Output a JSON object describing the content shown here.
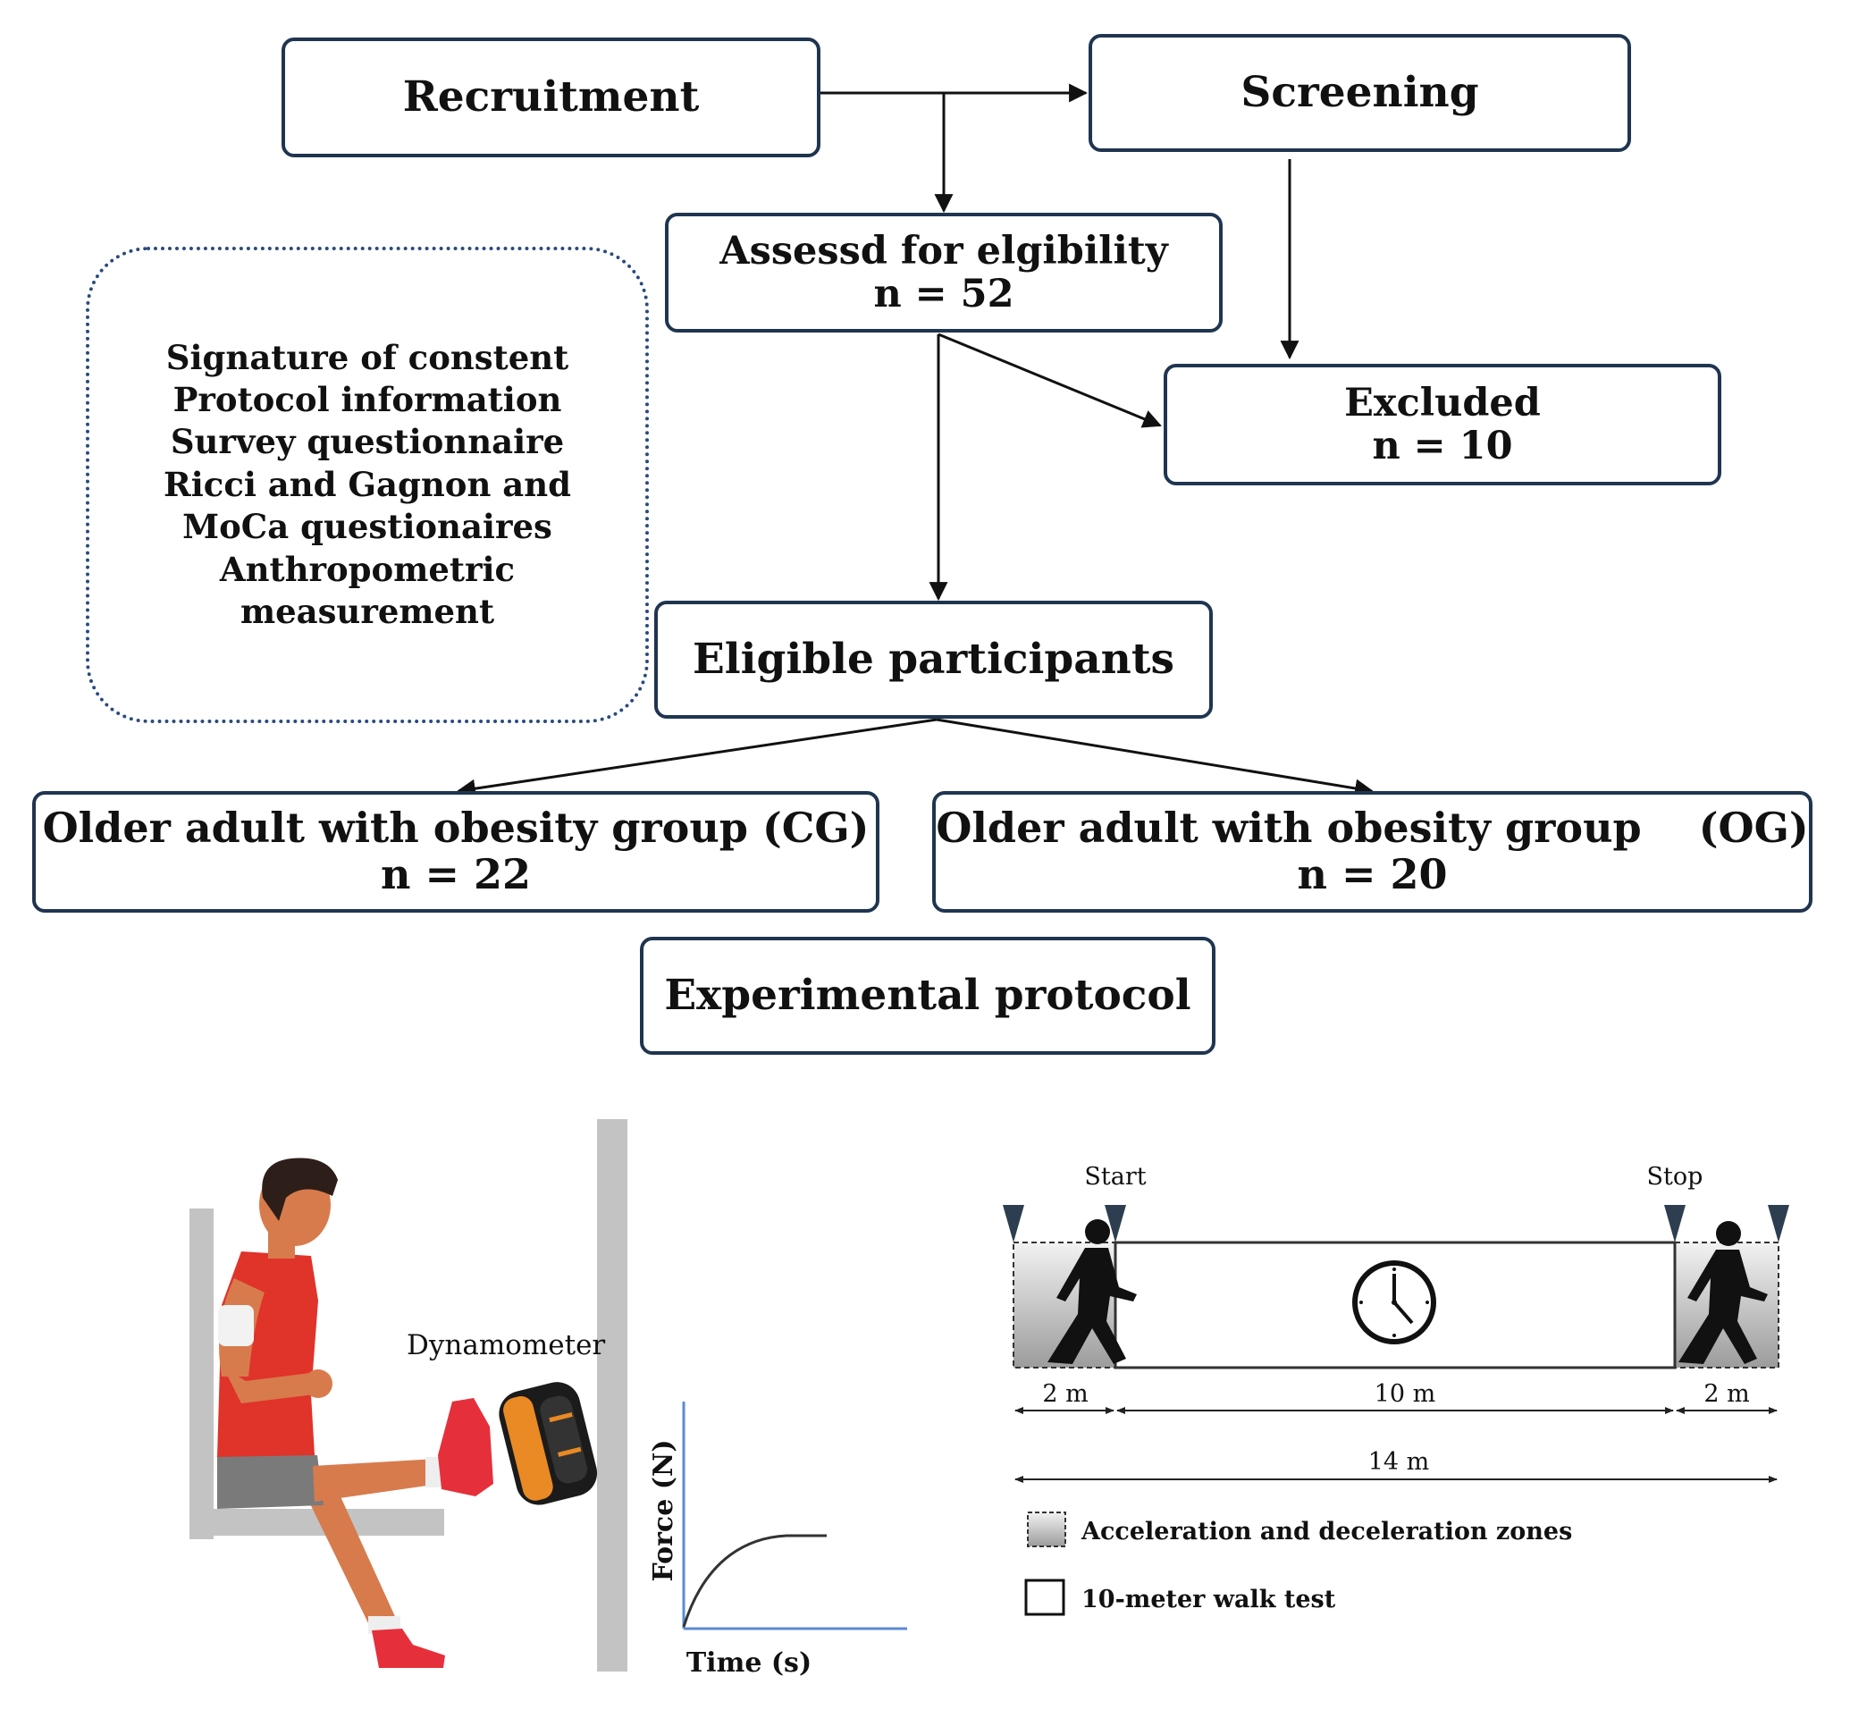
{
  "flow": {
    "recruitment": "Recruitment",
    "screening": "Screening",
    "assessed_title": "Assessd for elgibility",
    "assessed_n": "n = 52",
    "excluded_title": "Excluded",
    "excluded_n": "n = 10",
    "eligible": "Eligible participants",
    "group_cg_title": "Older adult with obesity group (CG)",
    "group_cg_n": "n = 22",
    "group_og_title": "Older adult with obesity group    (OG)",
    "group_og_n": "n = 20",
    "experimental": "Experimental protocol"
  },
  "procedures": [
    "Signature of constent",
    "Protocol information",
    "Survey questionnaire",
    "Ricci and Gagnon and",
    "MoCa questionaires",
    "Anthropometric",
    "measurement"
  ],
  "dynamometer_panel": {
    "device_label": "Dynamometer",
    "y_axis_label": "Force (N)",
    "x_axis_label": "Time (s)"
  },
  "walk_panel": {
    "start_label": "Start",
    "stop_label": "Stop",
    "seg_left": "2 m",
    "seg_mid": "10 m",
    "seg_right": "2 m",
    "total": "14 m",
    "legend_accel": "Acceleration and deceleration zones",
    "legend_walk": "10-meter walk test"
  },
  "colors": {
    "box_border": "#1f3550",
    "dotted_border": "#2a4a80",
    "shirt": "#e0332a",
    "skin": "#d77b4d",
    "hair": "#2e1e19",
    "shorts": "#7a7a7a",
    "shoe": "#e5303b",
    "dyno_orange": "#e98a25",
    "frame_grey": "#c3c3c3",
    "axis_blue": "#5b8bd6",
    "zone_grey": "#b9b9b9"
  }
}
